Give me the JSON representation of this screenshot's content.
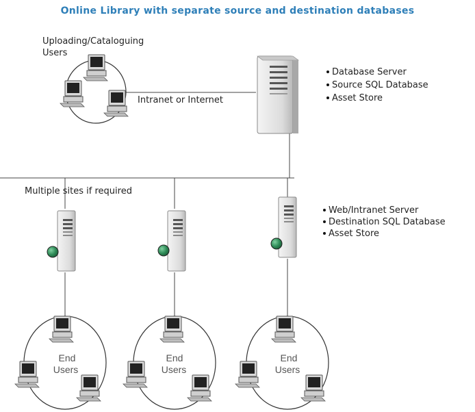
{
  "title": "Online Library with separate source and destination databases",
  "uploading_users_label": [
    "Uploading/Cataloguing",
    "Users"
  ],
  "connection_label": "Intranet or Internet",
  "multiple_sites_label": "Multiple sites if required",
  "database_server_bullets": [
    "Database Server",
    "Source SQL Database",
    "Asset Store"
  ],
  "web_server_bullets": [
    "Web/Intranet Server",
    "Destination SQL Database",
    "Asset Store"
  ],
  "end_users_label": [
    "End",
    "Users"
  ],
  "icons": {
    "computer": "desktop-computer-icon",
    "server": "tower-server-icon",
    "globe": "globe-icon"
  },
  "colors": {
    "title": "#2e7fb8",
    "globe": "#2e8b57",
    "server_body": "#e6e6e6"
  }
}
